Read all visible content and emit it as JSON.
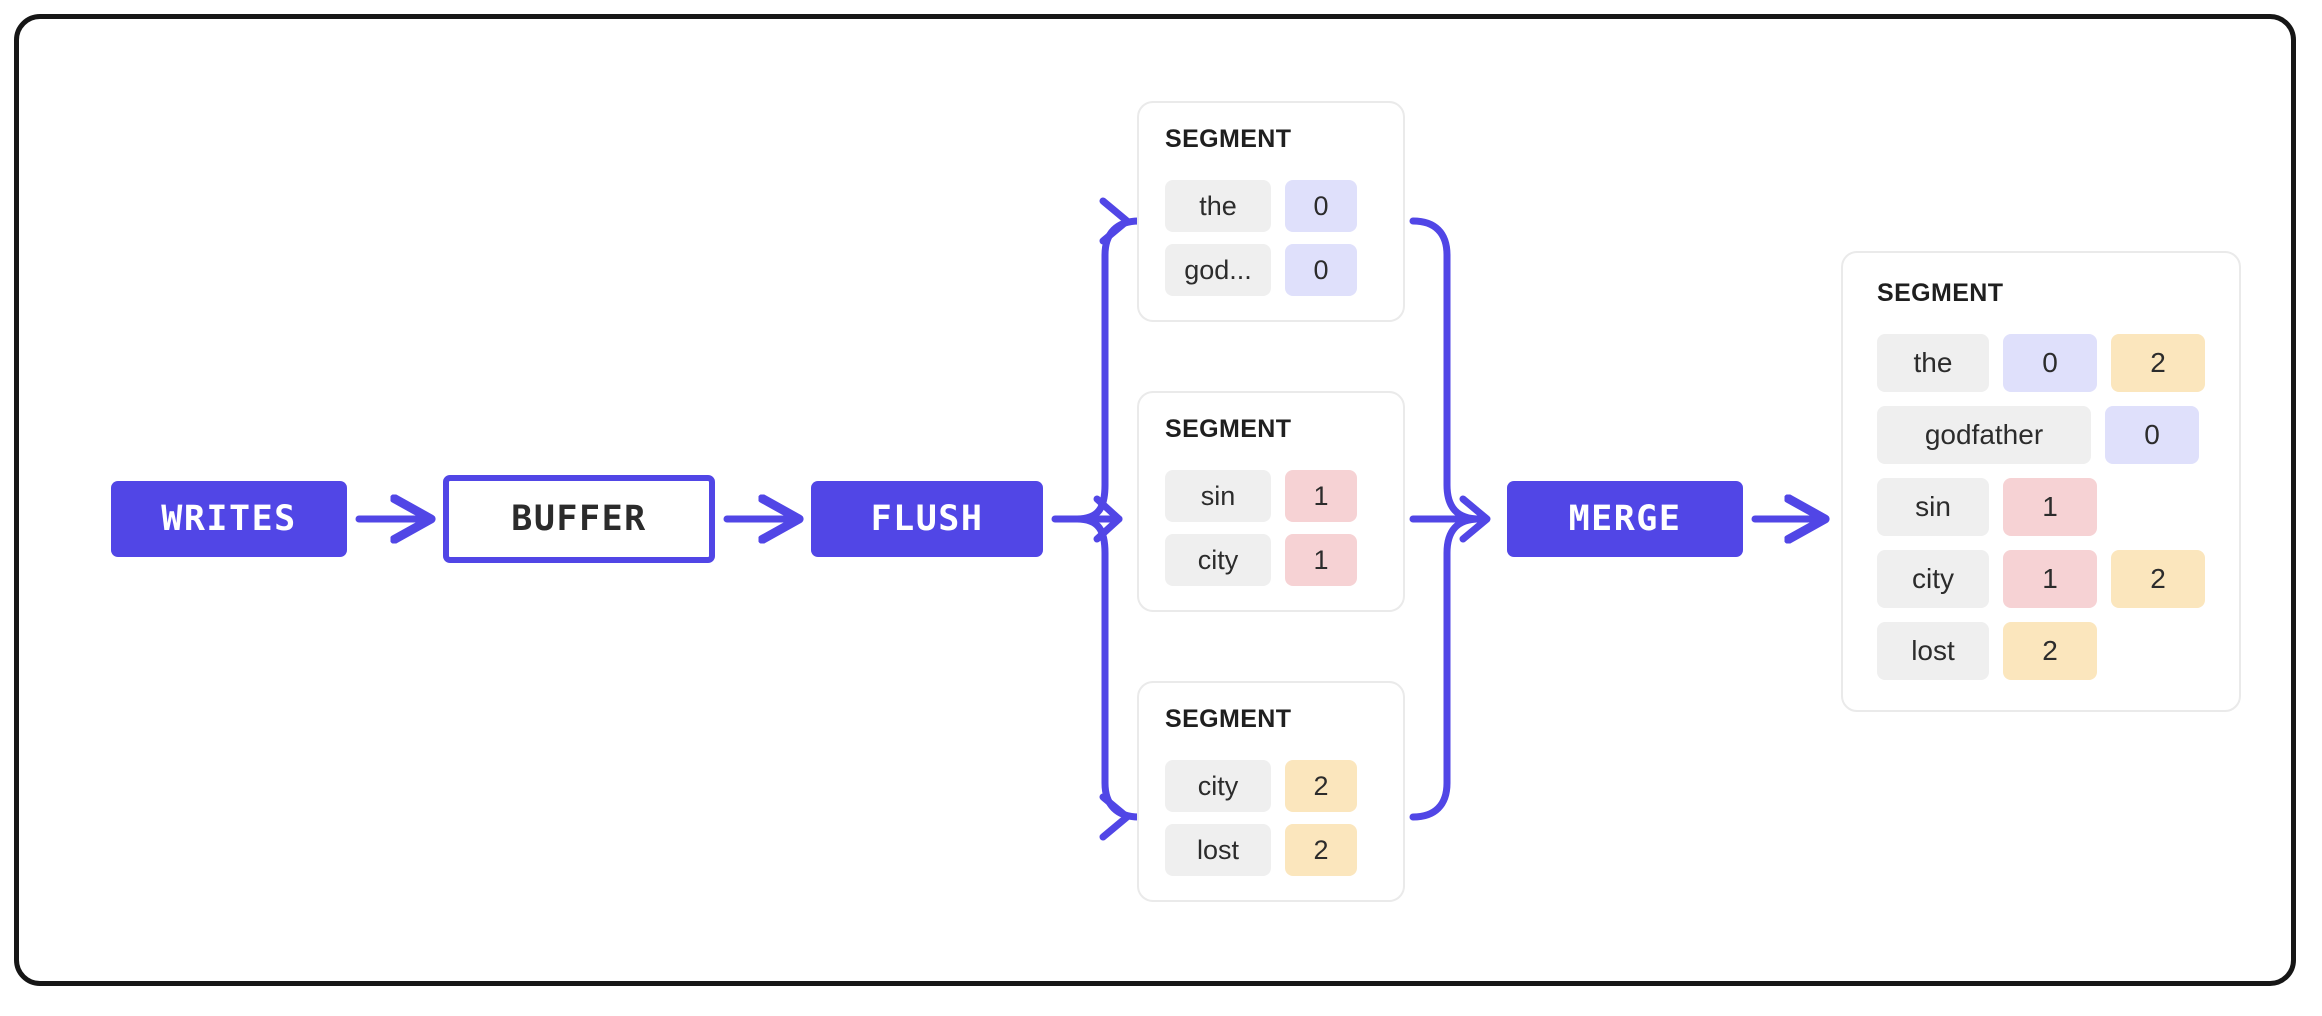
{
  "diagram": {
    "title": "LSM write path: writes, buffer, flush, segments, merge",
    "colors": {
      "accent": "#5146e6",
      "frame": "#161616",
      "term_chip": "#efefef",
      "value_blue": "#dfe0fb",
      "value_pink": "#f6d2d4",
      "value_amber": "#fbe6bd",
      "card_border": "#eaeaea"
    },
    "pipeline": [
      {
        "id": "writes",
        "label": "WRITES",
        "style": "solid"
      },
      {
        "id": "buffer",
        "label": "BUFFER",
        "style": "outline"
      },
      {
        "id": "flush",
        "label": "FLUSH",
        "style": "solid"
      },
      {
        "id": "merge",
        "label": "MERGE",
        "style": "solid"
      }
    ],
    "segments": [
      {
        "id": "segment-1",
        "title": "SEGMENT",
        "rows": [
          {
            "term": "the",
            "values": [
              {
                "text": "0",
                "color": "blue"
              }
            ]
          },
          {
            "term": "god...",
            "values": [
              {
                "text": "0",
                "color": "blue"
              }
            ]
          }
        ]
      },
      {
        "id": "segment-2",
        "title": "SEGMENT",
        "rows": [
          {
            "term": "sin",
            "values": [
              {
                "text": "1",
                "color": "pink"
              }
            ]
          },
          {
            "term": "city",
            "values": [
              {
                "text": "1",
                "color": "pink"
              }
            ]
          }
        ]
      },
      {
        "id": "segment-3",
        "title": "SEGMENT",
        "rows": [
          {
            "term": "city",
            "values": [
              {
                "text": "2",
                "color": "amber"
              }
            ]
          },
          {
            "term": "lost",
            "values": [
              {
                "text": "2",
                "color": "amber"
              }
            ]
          }
        ]
      }
    ],
    "merged_segment": {
      "id": "segment-merged",
      "title": "SEGMENT",
      "rows": [
        {
          "term": "the",
          "wide": false,
          "values": [
            {
              "text": "0",
              "color": "blue"
            },
            {
              "text": "2",
              "color": "amber"
            }
          ]
        },
        {
          "term": "godfather",
          "wide": true,
          "values": [
            {
              "text": "0",
              "color": "blue"
            }
          ]
        },
        {
          "term": "sin",
          "wide": false,
          "values": [
            {
              "text": "1",
              "color": "pink"
            }
          ]
        },
        {
          "term": "city",
          "wide": false,
          "values": [
            {
              "text": "1",
              "color": "pink"
            },
            {
              "text": "2",
              "color": "amber"
            }
          ]
        },
        {
          "term": "lost",
          "wide": false,
          "values": [
            {
              "text": "2",
              "color": "amber"
            }
          ]
        }
      ]
    }
  }
}
